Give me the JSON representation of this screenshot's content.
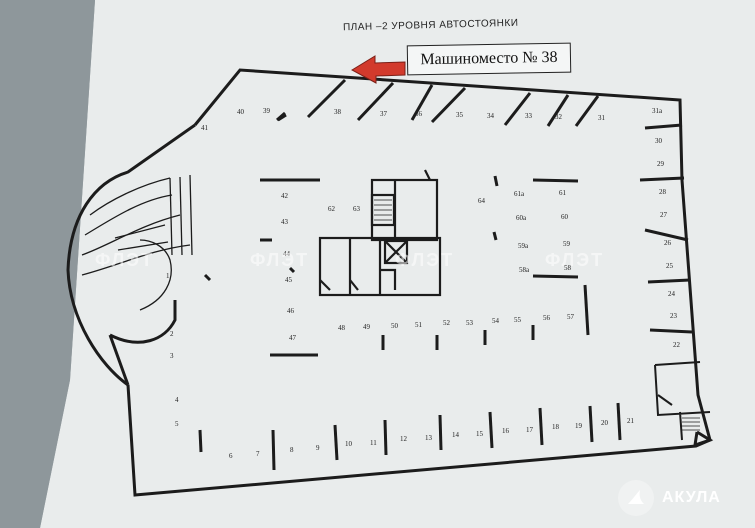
{
  "plan": {
    "title": "ПЛАН  –2 УРОВНЯ АВТОСТОЯНКИ",
    "callout": "Машиноместо № 38"
  },
  "watermarks": [
    "ФЛЭТ",
    "ФЛЭТ",
    "ФЛЭТ",
    "ФЛЭТ"
  ],
  "logo": {
    "text": "АКУЛА"
  },
  "spots": [
    {
      "label": "1"
    },
    {
      "label": "2"
    },
    {
      "label": "3"
    },
    {
      "label": "4"
    },
    {
      "label": "5"
    },
    {
      "label": "6"
    },
    {
      "label": "7"
    },
    {
      "label": "8"
    },
    {
      "label": "9"
    },
    {
      "label": "10"
    },
    {
      "label": "11"
    },
    {
      "label": "12"
    },
    {
      "label": "13"
    },
    {
      "label": "14"
    },
    {
      "label": "15"
    },
    {
      "label": "16"
    },
    {
      "label": "17"
    },
    {
      "label": "18"
    },
    {
      "label": "19"
    },
    {
      "label": "20"
    },
    {
      "label": "21"
    },
    {
      "label": "22"
    },
    {
      "label": "23"
    },
    {
      "label": "24"
    },
    {
      "label": "25"
    },
    {
      "label": "26"
    },
    {
      "label": "27"
    },
    {
      "label": "28"
    },
    {
      "label": "29"
    },
    {
      "label": "30"
    },
    {
      "label": "31a"
    },
    {
      "label": "31"
    },
    {
      "label": "32"
    },
    {
      "label": "33"
    },
    {
      "label": "34"
    },
    {
      "label": "35"
    },
    {
      "label": "36"
    },
    {
      "label": "37"
    },
    {
      "label": "38"
    },
    {
      "label": "39"
    },
    {
      "label": "40"
    },
    {
      "label": "41"
    },
    {
      "label": "42"
    },
    {
      "label": "43"
    },
    {
      "label": "44"
    },
    {
      "label": "45"
    },
    {
      "label": "46"
    },
    {
      "label": "47"
    },
    {
      "label": "48"
    },
    {
      "label": "49"
    },
    {
      "label": "50"
    },
    {
      "label": "51"
    },
    {
      "label": "52"
    },
    {
      "label": "53"
    },
    {
      "label": "54"
    },
    {
      "label": "55"
    },
    {
      "label": "56"
    },
    {
      "label": "57"
    },
    {
      "label": "58"
    },
    {
      "label": "58a"
    },
    {
      "label": "59"
    },
    {
      "label": "59a"
    },
    {
      "label": "60"
    },
    {
      "label": "60a"
    },
    {
      "label": "61"
    },
    {
      "label": "61a"
    },
    {
      "label": "62"
    },
    {
      "label": "63"
    },
    {
      "label": "64"
    }
  ],
  "colors": {
    "paper": "#eef0f0",
    "ink": "#1c1c1c",
    "arrow": "#d23a2c",
    "background": "#9aa2a6"
  }
}
